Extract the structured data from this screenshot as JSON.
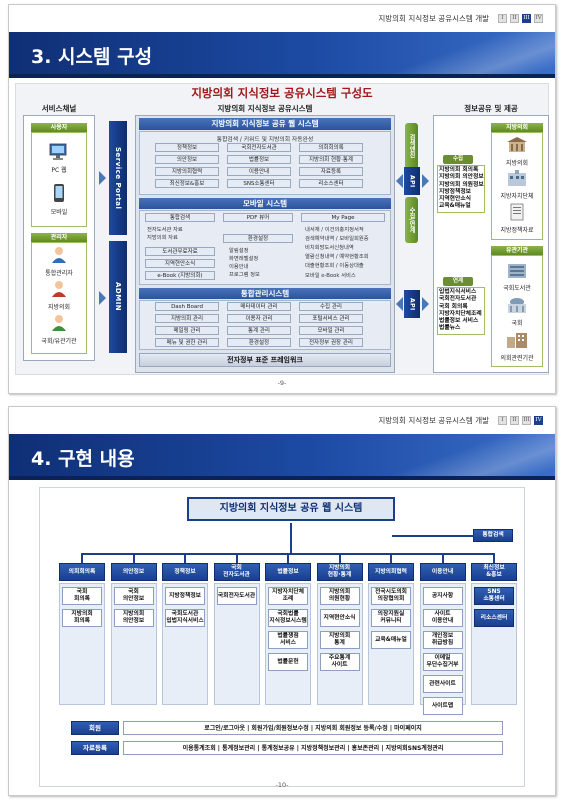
{
  "header": {
    "doc_title": "지방의회 지식정보 공유시스템 개발",
    "nav": [
      "I",
      "II",
      "III",
      "IV"
    ]
  },
  "colors": {
    "accent": "#1b3f8e",
    "title_red": "#a3171b",
    "green": "#6b8f2e"
  },
  "page1": {
    "section_title": "3. 시스템 구성",
    "main_title": "지방의회 지식정보 공유시스템 구성도",
    "left_col": {
      "title": "서비스채널",
      "user_section": "사용자",
      "user_icons": [
        "PC 웹",
        "모바일"
      ],
      "admin_section": "관리자",
      "admin_icons": [
        "통합관리자",
        "지방의회",
        "국회/유관기관"
      ]
    },
    "vbars": {
      "service_portal": "Service Portal",
      "admin": "ADMIN"
    },
    "center": {
      "title": "지방의회 지식정보 공유시스템",
      "web": {
        "title": "지방의회 지식정보 공유 웹 시스템",
        "search_label": "통합검색 / 키워드 및 지방의회 자동완성",
        "grid": [
          [
            "정책정보",
            "국회전자도서관",
            "의회회의록"
          ],
          [
            "의안정보",
            "법률정보",
            "지방의회 현황·통계"
          ],
          [
            "지방의회협력",
            "이용안내",
            "자료등록"
          ],
          [
            "최신정보&홍보",
            "SNS소통센터",
            "리소스센터"
          ]
        ]
      },
      "mobile": {
        "title": "모바일 시스템",
        "col1_head": "통합검색",
        "col1_lines": [
          "전자도서관 자료",
          "지방의회 자료"
        ],
        "col1_tags": [
          "도서관무료자료",
          "지역현안소식",
          "e-Book (지방의회)"
        ],
        "col2_head": "PDF 뷰어",
        "col2_sub": "환경설정",
        "col2_lines": [
          "알림설정",
          "화면레벨설정",
          "이용안내",
          "프로그램 정보"
        ],
        "col3_head": "My Page",
        "col3_lines": [
          "내서재 / 이건의충지정서적",
          "검색예약내역 / 모바일회원증",
          "비치희망도서신청내역",
          "열람신청내역 / 예약현황조회",
          "대출현황조회 / 이동상대출",
          "모바일 e-Book 서비스"
        ]
      },
      "admin_sys": {
        "title": "통합관리시스템",
        "grid": [
          [
            "Dash Board",
            "메타데이터 관리",
            "수집 관리"
          ],
          [
            "지방의회 관리",
            "이용자 관리",
            "포털서비스 관리"
          ],
          [
            "메일링 관리",
            "통계 관리",
            "모바일 관리"
          ],
          [
            "메뉴 및 권한 관리",
            "환경설정",
            "전자정부 권장 관리"
          ]
        ]
      },
      "framework": "전자정부 표준 프레임워크"
    },
    "side_buttons": {
      "search_engine": "검색엔진",
      "collect_connect": "수집/연계",
      "api_top": "API",
      "api_bottom": "API"
    },
    "right_col": {
      "title": "정보공유 및 제공",
      "collect_tag": "수집",
      "collect_items": [
        "지방의회 회의록",
        "지방의회 의안정보",
        "지방의회 의원정보",
        "지방정책정보",
        "지역현안소식",
        "교육&매뉴얼"
      ],
      "connect_tag": "연계",
      "connect_items": [
        "입법지식서비스",
        "국회전자도서관",
        "국회 회의록",
        "지방자치단체조례",
        "법률정보 서비스",
        "법률뉴스"
      ],
      "council_section": "지방의회",
      "council_icons": [
        "지방의회",
        "지방자치단체",
        "지방정책자료"
      ],
      "related_section": "유관기관",
      "related_icons": [
        "국회도서관",
        "국회",
        "의회관련기관"
      ]
    },
    "page_number": "-9-"
  },
  "page2": {
    "section_title": "4. 구현 내용",
    "main_title": "지방의회 지식정보 공유 웹 시스템",
    "top_right": "통합검색",
    "categories": [
      {
        "name": "의회회의록",
        "items": [
          "국회\n회의록",
          "지방의회\n회의록"
        ]
      },
      {
        "name": "의안정보",
        "items": [
          "국회\n의안정보",
          "지방의회\n의안정보"
        ]
      },
      {
        "name": "정책정보",
        "items": [
          "지방정책정보",
          "국회도서관\n입법지식서비스"
        ]
      },
      {
        "name": "국회\n전자도서관",
        "items": [
          "국회전자도서관"
        ]
      },
      {
        "name": "법률정보",
        "items": [
          "지방자치단체\n조례",
          "국회법률\n지식정보시스템",
          "법률쟁점\n서비스",
          "법률문헌"
        ]
      },
      {
        "name": "지방의회\n현황·통계",
        "items": [
          "지방의회\n의원현황",
          "지역현안소식",
          "지방의회\n통계",
          "주요통계\n사이트"
        ]
      },
      {
        "name": "지방의회협력",
        "items": [
          "전국시도의회\n의장협의회",
          "의장지원실\n커뮤니티",
          "교육&매뉴얼"
        ]
      },
      {
        "name": "이용안내",
        "items": [
          "공지사항",
          "사이트\n이용안내",
          "개인정보\n취급방침",
          "이메일\n무단수집거부",
          "관련사이트",
          "사이트맵"
        ]
      },
      {
        "name": "최신정보\n&홍보",
        "items": [
          "SNS\n소통센터",
          "리소스센터"
        ]
      }
    ],
    "rows": [
      {
        "label": "회원",
        "content": "로그인/로그아웃  |  회원가입/회원정보수정  |  지방의회 회원정보 등록/수정  |  마이페이지"
      },
      {
        "label": "자료등록",
        "content": "이용통계조회  |  통계정보관리  |  통계정보공유  |  지방정책정보관리  |  홍보존관리  |  지방의회SNS계정관리"
      }
    ],
    "page_number": "-10-"
  }
}
